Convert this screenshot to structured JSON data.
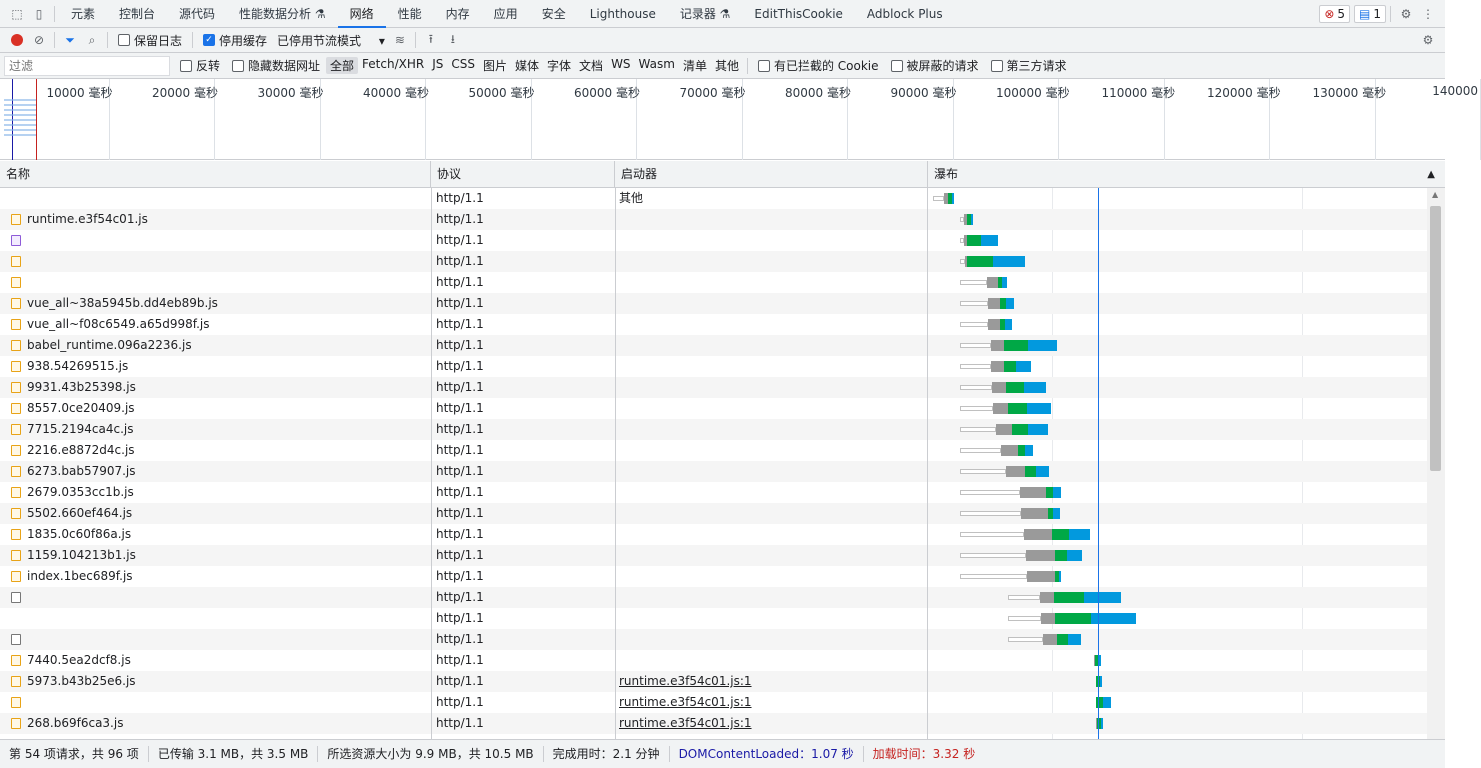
{
  "tabs": [
    {
      "label": "元素"
    },
    {
      "label": "控制台"
    },
    {
      "label": "源代码"
    },
    {
      "label": "性能数据分析 ⚗"
    },
    {
      "label": "网络"
    },
    {
      "label": "性能"
    },
    {
      "label": "内存"
    },
    {
      "label": "应用"
    },
    {
      "label": "安全"
    },
    {
      "label": "Lighthouse"
    },
    {
      "label": "记录器 ⚗"
    },
    {
      "label": "EditThisCookie"
    },
    {
      "label": "Adblock Plus"
    }
  ],
  "active_tab": "网络",
  "errors_badge": "5",
  "messages_badge": "1",
  "toolbar": {
    "preserve_log": "保留日志",
    "disable_cache": "停用缓存",
    "throttling": "已停用节流模式"
  },
  "filter": {
    "placeholder": "过滤",
    "invert": "反转",
    "hide_data_urls": "隐藏数据网址",
    "types": [
      "全部",
      "Fetch/XHR",
      "JS",
      "CSS",
      "图片",
      "媒体",
      "字体",
      "文档",
      "WS",
      "Wasm",
      "清单",
      "其他"
    ],
    "blocked_cookies": "有已拦截的 Cookie",
    "blocked_requests": "被屏蔽的请求",
    "third_party": "第三方请求"
  },
  "overview_ticks": [
    "10000 毫秒",
    "20000 毫秒",
    "30000 毫秒",
    "40000 毫秒",
    "50000 毫秒",
    "60000 毫秒",
    "70000 毫秒",
    "80000 毫秒",
    "90000 毫秒",
    "100000 毫秒",
    "110000 毫秒",
    "120000 毫秒",
    "130000 毫秒",
    "140000"
  ],
  "columns": {
    "name": "名称",
    "protocol": "协议",
    "initiator": "启动器",
    "waterfall": "瀑布"
  },
  "rows": [
    {
      "name": "",
      "icon": "none",
      "protocol": "http/1.1",
      "initiator": "其他",
      "init_link": false,
      "w": [
        0.004,
        0.035,
        0.045
      ]
    },
    {
      "name": "runtime.e3f54c01.js",
      "icon": "js",
      "protocol": "http/1.1",
      "initiator": "",
      "init_link": false,
      "w": [
        0.058,
        0.072,
        0.078
      ]
    },
    {
      "name": "",
      "icon": "doc",
      "protocol": "http/1.1",
      "initiator": "",
      "init_link": false,
      "w": [
        0.058,
        0.072,
        0.135
      ]
    },
    {
      "name": "",
      "icon": "js",
      "protocol": "http/1.1",
      "initiator": "",
      "init_link": false,
      "w": [
        0.058,
        0.073,
        0.191
      ]
    },
    {
      "name": "",
      "icon": "js",
      "protocol": "http/1.1",
      "initiator": "",
      "init_link": false,
      "w": [
        0.058,
        0.136,
        0.154
      ]
    },
    {
      "name": "vue_all~38a5945b.dd4eb89b.js",
      "icon": "js",
      "protocol": "http/1.1",
      "initiator": "",
      "init_link": false,
      "w": [
        0.058,
        0.139,
        0.168
      ]
    },
    {
      "name": "vue_all~f08c6549.a65d998f.js",
      "icon": "js",
      "protocol": "http/1.1",
      "initiator": "",
      "init_link": false,
      "w": [
        0.058,
        0.139,
        0.164
      ]
    },
    {
      "name": "babel_runtime.096a2236.js",
      "icon": "js",
      "protocol": "http/1.1",
      "initiator": "",
      "init_link": false,
      "w": [
        0.058,
        0.148,
        0.255
      ]
    },
    {
      "name": "938.54269515.js",
      "icon": "js",
      "protocol": "http/1.1",
      "initiator": "",
      "init_link": false,
      "w": [
        0.058,
        0.148,
        0.202
      ]
    },
    {
      "name": "9931.43b25398.js",
      "icon": "js",
      "protocol": "http/1.1",
      "initiator": "",
      "init_link": false,
      "w": [
        0.058,
        0.151,
        0.233
      ]
    },
    {
      "name": "8557.0ce20409.js",
      "icon": "js",
      "protocol": "http/1.1",
      "initiator": "",
      "init_link": false,
      "w": [
        0.058,
        0.155,
        0.243
      ]
    },
    {
      "name": "7715.2194ca4c.js",
      "icon": "js",
      "protocol": "http/1.1",
      "initiator": "",
      "init_link": false,
      "w": [
        0.058,
        0.163,
        0.236
      ]
    },
    {
      "name": "2216.e8872d4c.js",
      "icon": "js",
      "protocol": "http/1.1",
      "initiator": "",
      "init_link": false,
      "w": [
        0.058,
        0.177,
        0.206
      ]
    },
    {
      "name": "6273.bab57907.js",
      "icon": "js",
      "protocol": "http/1.1",
      "initiator": "",
      "init_link": false,
      "w": [
        0.058,
        0.191,
        0.238
      ]
    },
    {
      "name": "2679.0353cc1b.js",
      "icon": "js",
      "protocol": "http/1.1",
      "initiator": "",
      "init_link": false,
      "w": [
        0.058,
        0.233,
        0.263
      ]
    },
    {
      "name": "5502.660ef464.js",
      "icon": "js",
      "protocol": "http/1.1",
      "initiator": "",
      "init_link": false,
      "w": [
        0.058,
        0.236,
        0.262
      ]
    },
    {
      "name": "1835.0c60f86a.js",
      "icon": "js",
      "protocol": "http/1.1",
      "initiator": "",
      "init_link": false,
      "w": [
        0.058,
        0.245,
        0.321
      ]
    },
    {
      "name": "1159.104213b1.js",
      "icon": "js",
      "protocol": "http/1.1",
      "initiator": "",
      "init_link": false,
      "w": [
        0.058,
        0.251,
        0.306
      ]
    },
    {
      "name": "index.1bec689f.js",
      "icon": "js",
      "protocol": "http/1.1",
      "initiator": "",
      "init_link": false,
      "w": [
        0.058,
        0.252,
        0.257
      ]
    },
    {
      "name": "",
      "icon": "blank",
      "protocol": "http/1.1",
      "initiator": "",
      "init_link": false,
      "w": [
        0.156,
        0.248,
        0.385
      ]
    },
    {
      "name": "",
      "icon": "none",
      "protocol": "http/1.1",
      "initiator": "",
      "init_link": false,
      "w": [
        0.156,
        0.25,
        0.415
      ]
    },
    {
      "name": "",
      "icon": "blank",
      "protocol": "http/1.1",
      "initiator": "",
      "init_link": false,
      "w": [
        0.156,
        0.256,
        0.303
      ]
    },
    {
      "name": "7440.5ea2dcf8.js",
      "icon": "js",
      "protocol": "http/1.1",
      "initiator": "",
      "init_link": false,
      "w": [
        0.33,
        0.331,
        0.337
      ]
    },
    {
      "name": "5973.b43b25e6.js",
      "icon": "js",
      "protocol": "http/1.1",
      "initiator": "runtime.e3f54c01.js:1",
      "init_link": true,
      "w": [
        0.333,
        0.334,
        0.34
      ]
    },
    {
      "name": "",
      "icon": "js",
      "protocol": "http/1.1",
      "initiator": "runtime.e3f54c01.js:1",
      "init_link": true,
      "w": [
        0.334,
        0.335,
        0.364
      ]
    },
    {
      "name": "268.b69f6ca3.js",
      "icon": "js",
      "protocol": "http/1.1",
      "initiator": "runtime.e3f54c01.js:1",
      "init_link": true,
      "w": [
        0.335,
        0.336,
        0.345
      ]
    }
  ],
  "waterfall_marker": 0.339,
  "colors": {
    "accent": "#1a73e8",
    "waiting": "#00a846",
    "download": "#0299de",
    "stalled": "#9a9a9a",
    "error": "#c5221f",
    "dcl": "#1a1aa6"
  },
  "status": {
    "requests": "第 54 项请求，共 96 项",
    "transferred": "已传输 3.1 MB，共 3.5 MB",
    "resources": "所选资源大小为 9.9 MB，共 10.5 MB",
    "finish": "完成用时：2.1 分钟",
    "dcl": "DOMContentLoaded：1.07 秒",
    "load": "加载时间：3.32 秒"
  }
}
